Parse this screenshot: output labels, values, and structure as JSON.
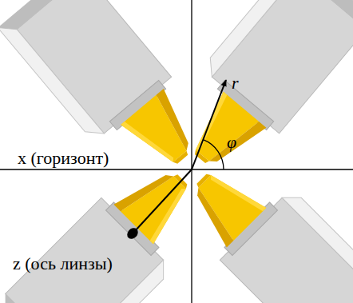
{
  "diagram": {
    "labels": [
      "x (горизонт)",
      "r",
      "φ",
      "z (ось линзы)"
    ]
  }
}
